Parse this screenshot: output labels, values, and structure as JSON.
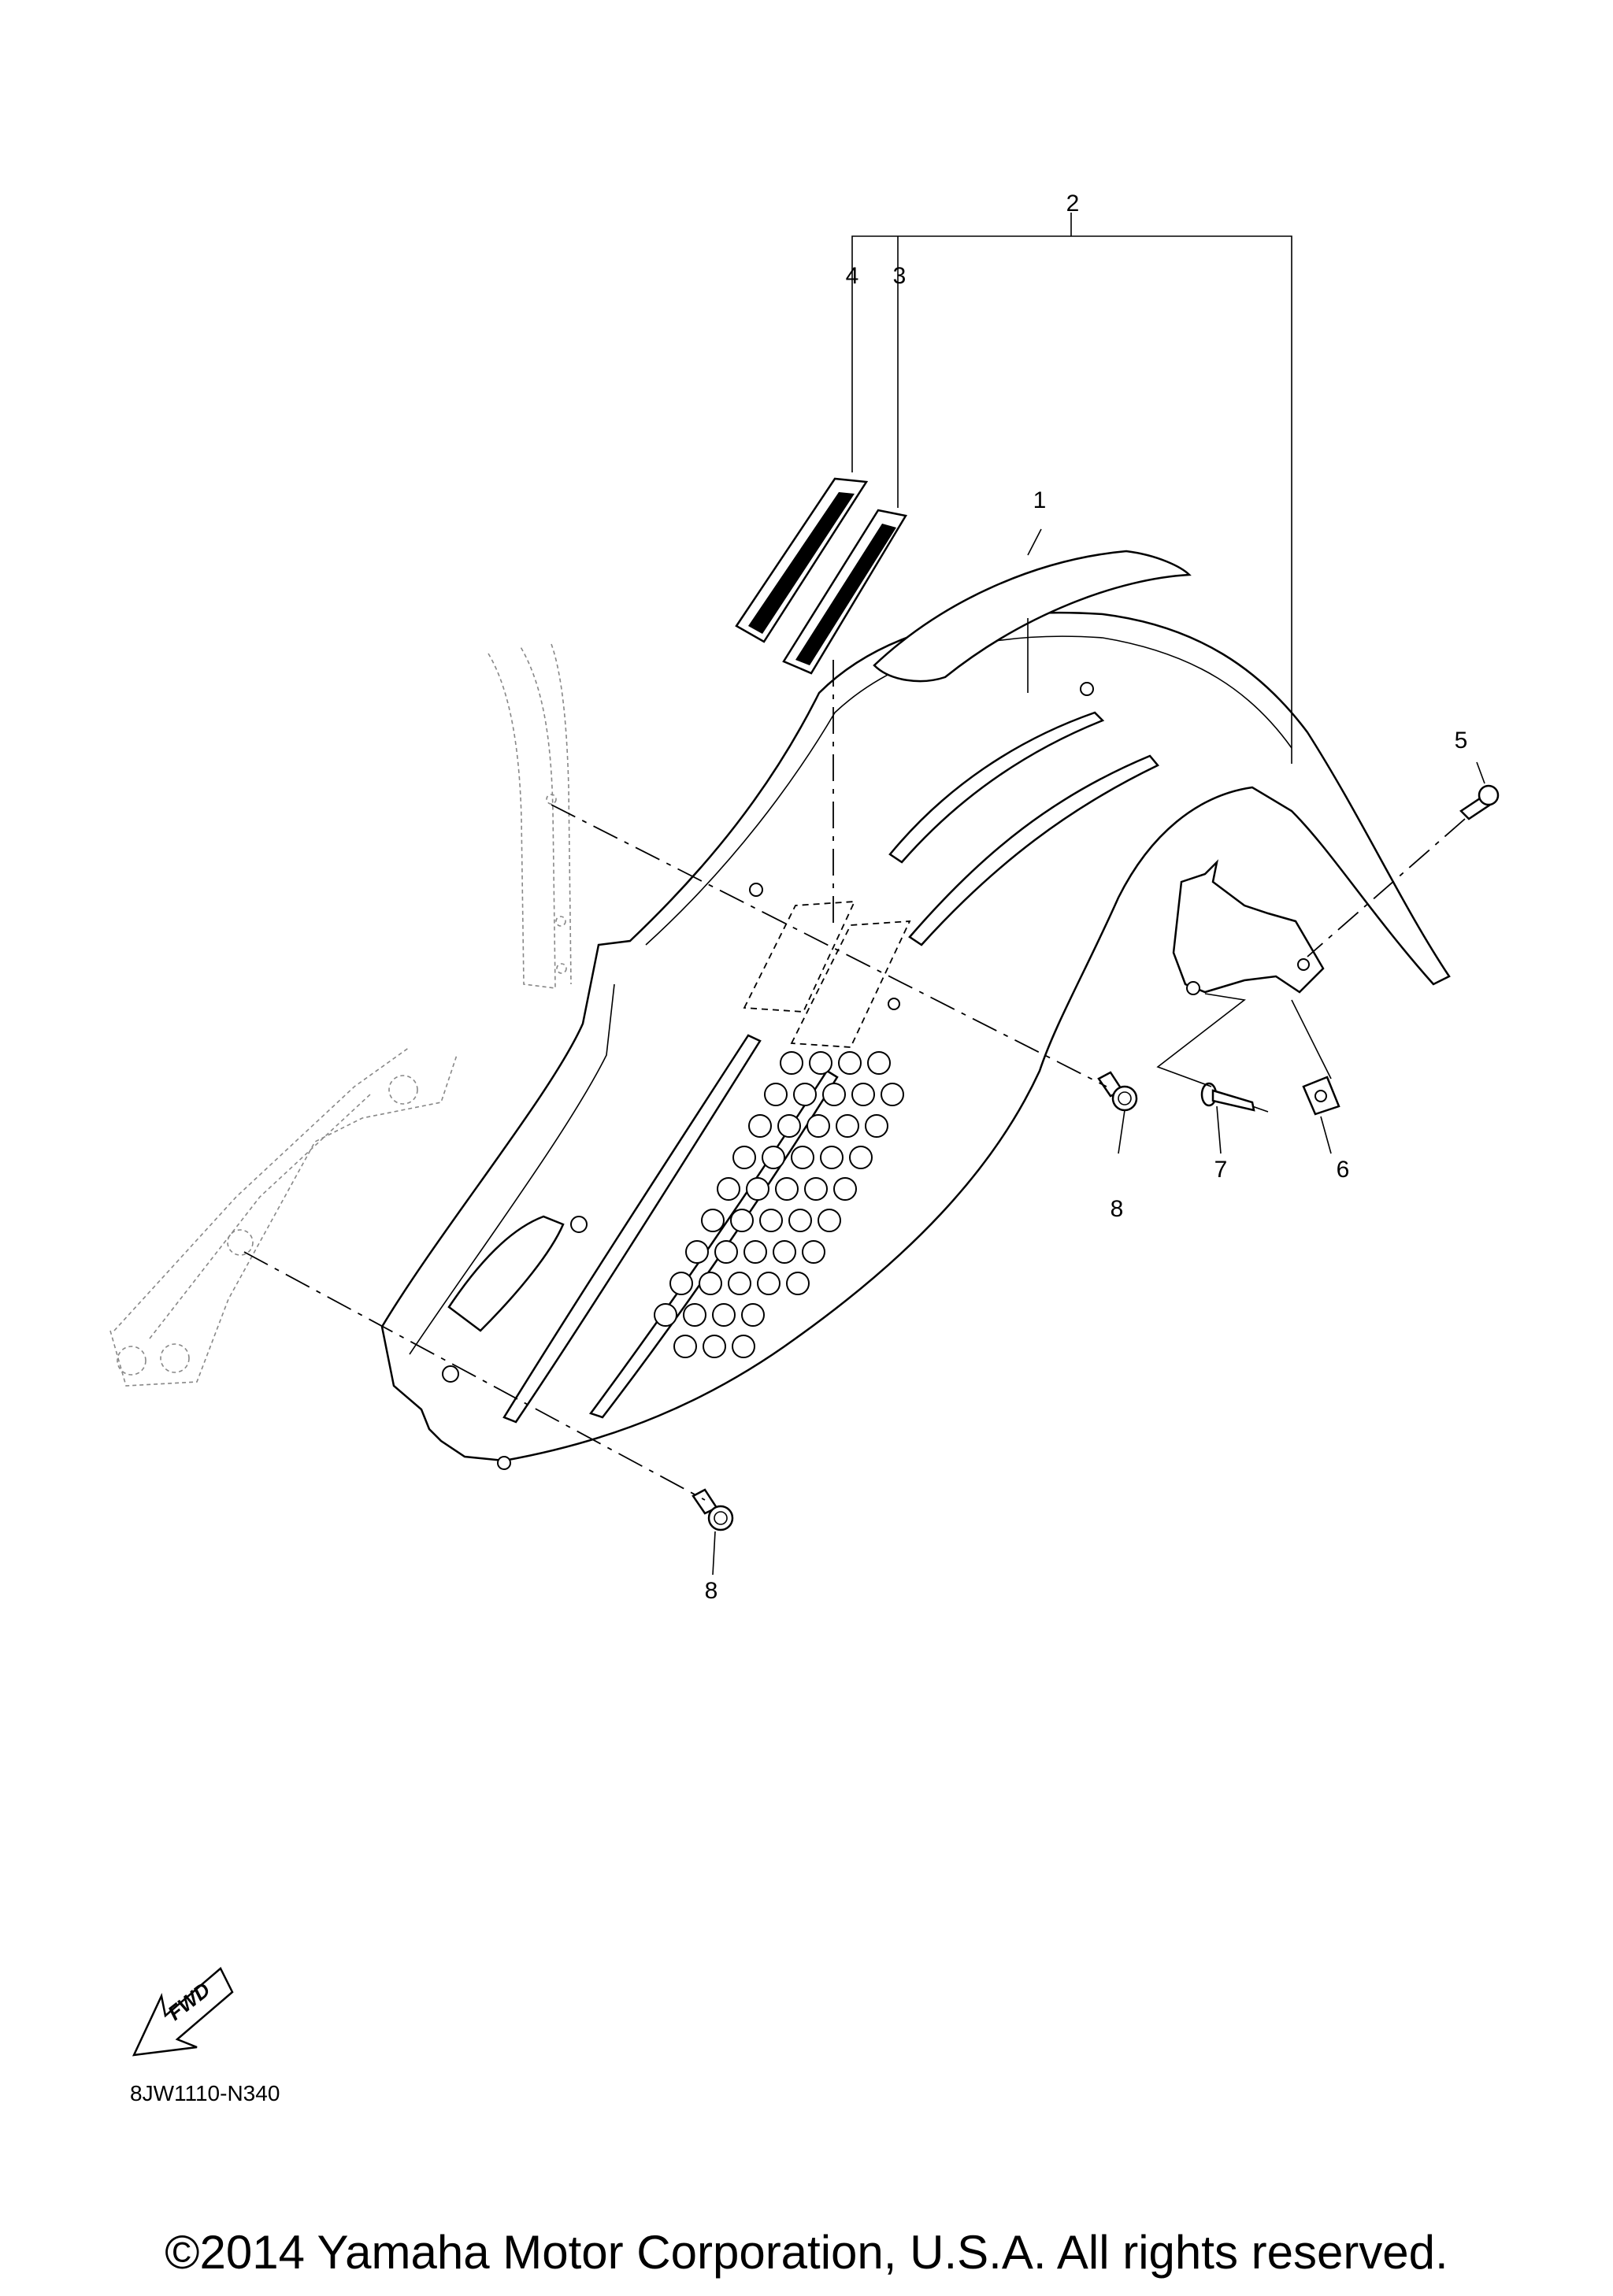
{
  "callouts": {
    "c1": "1",
    "c2": "2",
    "c3": "3",
    "c4": "4",
    "c5": "5",
    "c6": "6",
    "c7": "7",
    "c8a": "8",
    "c8b": "8"
  },
  "fwd_label": "FWD",
  "diagram_code": "8JW1110-N340",
  "copyright": "©2014 Yamaha Motor Corporation, U.S.A. All rights reserved."
}
